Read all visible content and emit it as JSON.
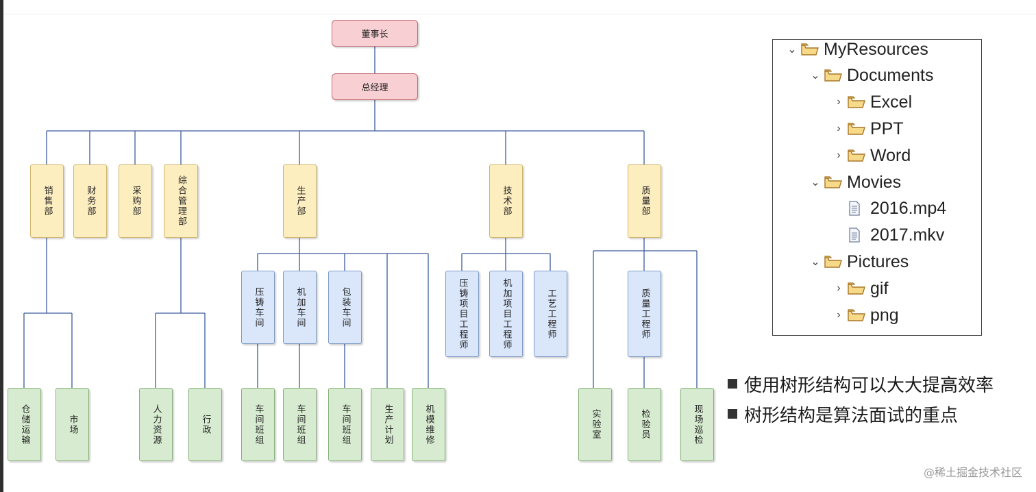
{
  "org_chart": {
    "top": [
      "董事长",
      "总经理"
    ],
    "departments": [
      "销售部",
      "财务部",
      "采购部",
      "综合管理部",
      "生产部",
      "技术部",
      "质量部"
    ],
    "sales_units": [
      "仓储运输",
      "市场"
    ],
    "admin_units": [
      "人力资源",
      "行政"
    ],
    "production_workshops": [
      "压铸车间",
      "机加车间",
      "包装车间"
    ],
    "production_units": [
      "车间班组",
      "车间班组",
      "车间班组",
      "生产计划",
      "机模维修"
    ],
    "tech_units": [
      "压铸项目工程师",
      "机加项目工程师",
      "工艺工程师"
    ],
    "quality_engineer": "质量工程师",
    "quality_units": [
      "实验室",
      "检验员",
      "现场巡检"
    ]
  },
  "file_tree": {
    "items": [
      {
        "label": "MyResources",
        "toggle": "⌄",
        "icon": "folder-open-icon"
      },
      {
        "label": "Documents",
        "toggle": "⌄",
        "icon": "folder-open-icon"
      },
      {
        "label": "Excel",
        "toggle": "›",
        "icon": "folder-open-icon"
      },
      {
        "label": "PPT",
        "toggle": "›",
        "icon": "folder-open-icon"
      },
      {
        "label": "Word",
        "toggle": "›",
        "icon": "folder-open-icon"
      },
      {
        "label": "Movies",
        "toggle": "⌄",
        "icon": "folder-open-icon"
      },
      {
        "label": "2016.mp4",
        "toggle": "",
        "icon": "file-icon"
      },
      {
        "label": "2017.mkv",
        "toggle": "",
        "icon": "file-icon"
      },
      {
        "label": "Pictures",
        "toggle": "⌄",
        "icon": "folder-open-icon"
      },
      {
        "label": "gif",
        "toggle": "›",
        "icon": "folder-open-icon"
      },
      {
        "label": "png",
        "toggle": "›",
        "icon": "folder-open-icon"
      }
    ]
  },
  "bullets": [
    "使用树形结构可以大大提高效率",
    "树形结构是算法面试的重点"
  ],
  "footer": "@稀土掘金技术社区",
  "colors": {
    "pink": "#f8cfd3",
    "yellow": "#fdeec0",
    "blue": "#dae6fa",
    "green": "#d7ebd0",
    "connector": "#3c5a9a"
  }
}
